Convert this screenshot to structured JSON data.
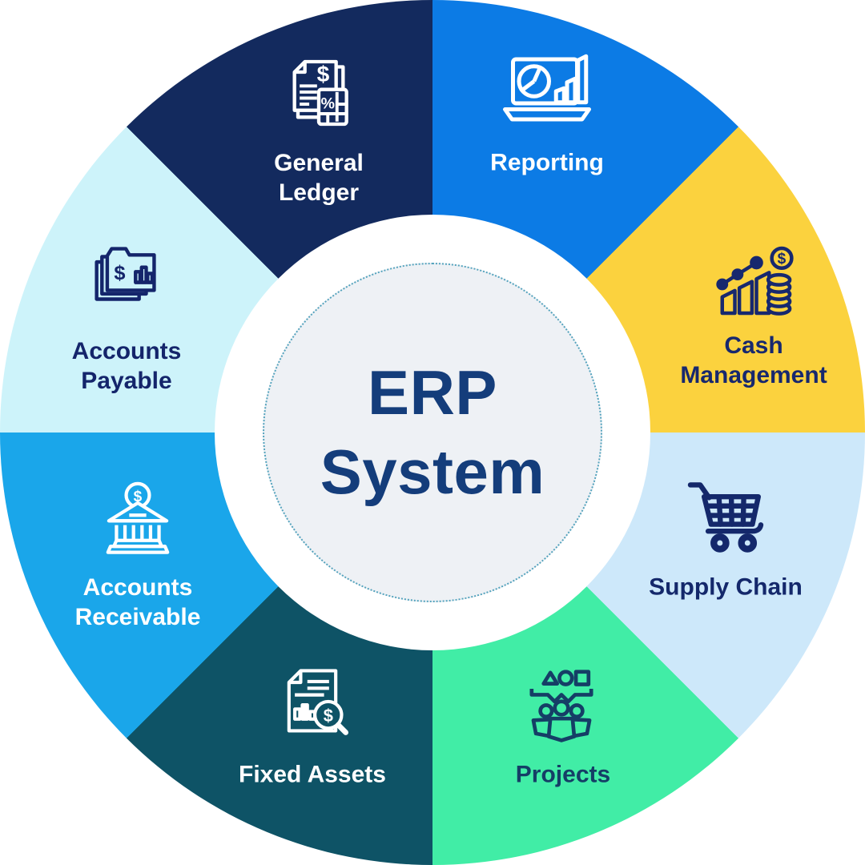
{
  "diagram": {
    "center": {
      "title": "ERP\nSystem",
      "bg_color": "#eef1f5",
      "text_color": "#143d7b",
      "dot_border_color": "#54a3bd"
    },
    "segments": [
      {
        "id": "reporting",
        "label": "Reporting",
        "color": "#0c7be5",
        "text_color": "#ffffff",
        "icon": "laptop-analytics-icon"
      },
      {
        "id": "cash-management",
        "label": "Cash Management",
        "color": "#fbd23e",
        "text_color": "#17286e",
        "icon": "growth-chart-coins-icon"
      },
      {
        "id": "supply-chain",
        "label": "Supply Chain",
        "color": "#cde8fa",
        "text_color": "#14286b",
        "icon": "shopping-cart-icon"
      },
      {
        "id": "projects",
        "label": "Projects",
        "color": "#41eda6",
        "text_color": "#153e66",
        "icon": "team-tasks-icon"
      },
      {
        "id": "fixed-assets",
        "label": "Fixed Assets",
        "color": "#0e5366",
        "text_color": "#ffffff",
        "icon": "document-magnifier-icon"
      },
      {
        "id": "accounts-receivable",
        "label": "Accounts Receivable",
        "color": "#1aa6ea",
        "text_color": "#ffffff",
        "icon": "bank-coin-icon"
      },
      {
        "id": "accounts-payable",
        "label": "Accounts Payable",
        "color": "#cdf3fa",
        "text_color": "#14256b",
        "icon": "folders-icon"
      },
      {
        "id": "general-ledger",
        "label": "General Ledger",
        "color": "#132a5e",
        "text_color": "#ffffff",
        "icon": "ledger-calculator-icon"
      }
    ]
  }
}
